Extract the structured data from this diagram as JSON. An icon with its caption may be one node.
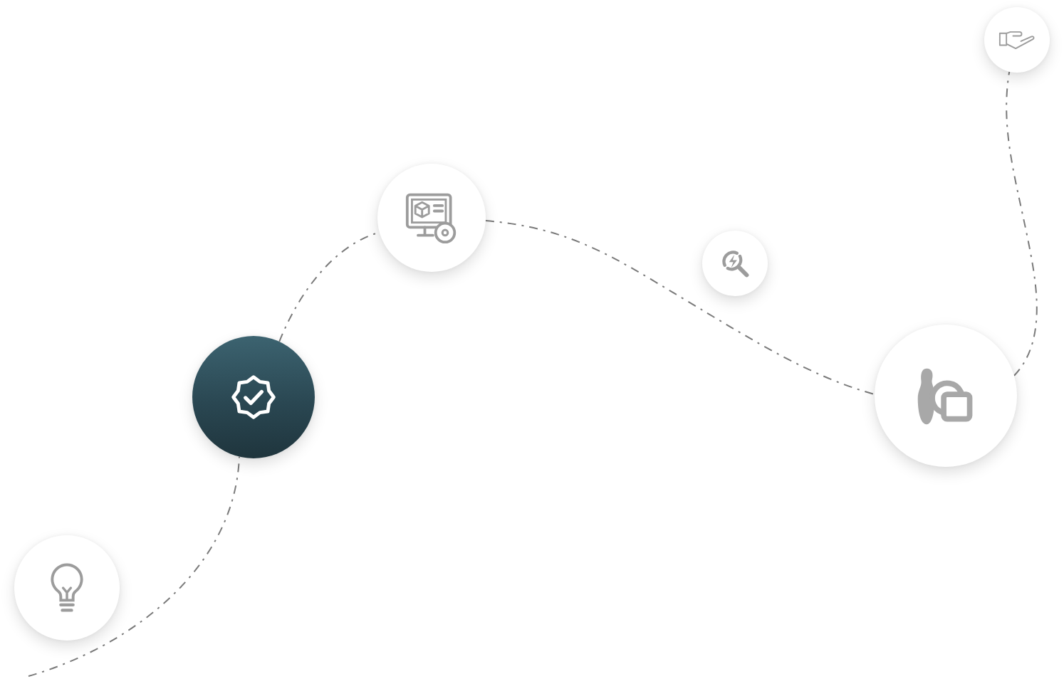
{
  "diagram": {
    "nodes": [
      {
        "text": [],
        "shape": "circle"
      },
      {
        "text": [],
        "shape": "circle"
      },
      {
        "text": [],
        "shape": "circle"
      },
      {
        "text": [],
        "shape": "circle"
      },
      {
        "text": [],
        "shape": "circle"
      },
      {
        "text": [],
        "shape": "circle"
      }
    ],
    "edges": [
      {
        "from": null,
        "to": 1,
        "arrow": "none",
        "style": "dashed"
      },
      {
        "from": 1,
        "to": 2,
        "arrow": "none",
        "style": "dashed"
      },
      {
        "from": 2,
        "to": 4,
        "arrow": "none",
        "style": "dashed"
      },
      {
        "from": 4,
        "to": 5,
        "arrow": "none",
        "style": "dashed"
      }
    ]
  }
}
